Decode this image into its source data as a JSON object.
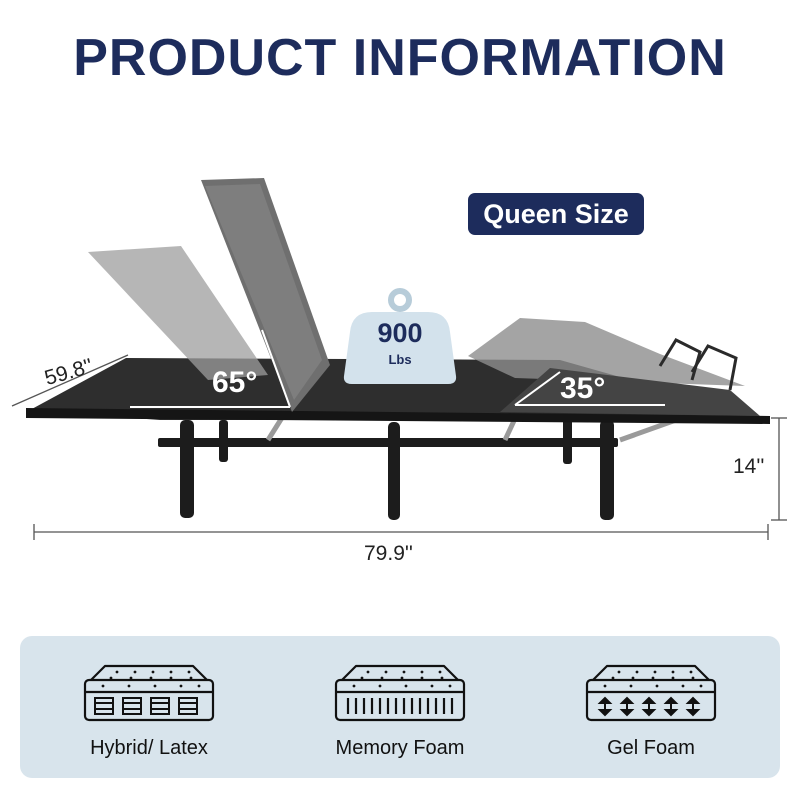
{
  "header": {
    "title": "PRODUCT INFORMATION"
  },
  "badge": {
    "size_label": "Queen Size"
  },
  "weight": {
    "value": "900",
    "unit": "Lbs"
  },
  "angles": {
    "head": "65°",
    "foot": "35°"
  },
  "dimensions": {
    "width": "59.8''",
    "length": "79.9''",
    "height": "14''"
  },
  "mattress_types": [
    {
      "label": "Hybrid/ Latex",
      "icon": "hybrid-mattress-icon"
    },
    {
      "label": "Memory Foam",
      "icon": "memory-foam-mattress-icon"
    },
    {
      "label": "Gel Foam",
      "icon": "gel-foam-mattress-icon"
    }
  ],
  "colors": {
    "title": "#1d2c5c",
    "badge": "#1d2c5c",
    "panel": "#d8e4ec"
  }
}
